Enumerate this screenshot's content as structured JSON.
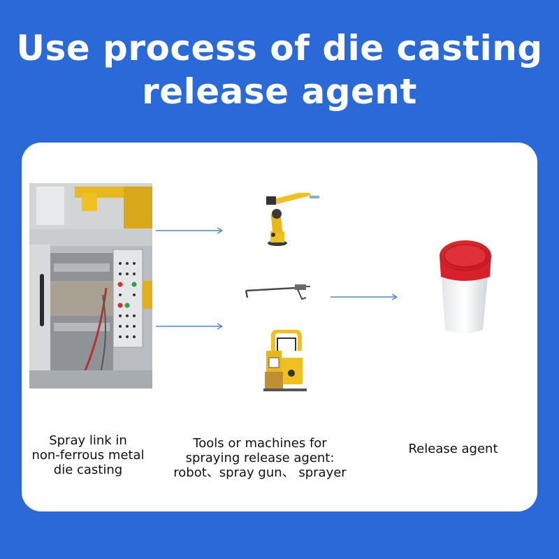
{
  "title": {
    "line1": "Use process of die casting",
    "line2": "release agent"
  },
  "captions": {
    "machine": [
      "Spray link in",
      "non-ferrous metal",
      "die casting"
    ],
    "tools": [
      "Tools or machines for",
      "spraying release agent:",
      "robot、spray gun、 sprayer"
    ],
    "agent": "Release agent"
  },
  "colors": {
    "background": "#2a6ad8",
    "card": "#ffffff",
    "arrow": "#4a86d9",
    "robot_yellow": "#f0c020",
    "lid_red": "#d8202a"
  },
  "icons": [
    "die-casting-machine-photo-icon",
    "industrial-robot-icon",
    "spray-gun-icon",
    "spraying-machine-icon",
    "release-agent-bucket-icon"
  ]
}
